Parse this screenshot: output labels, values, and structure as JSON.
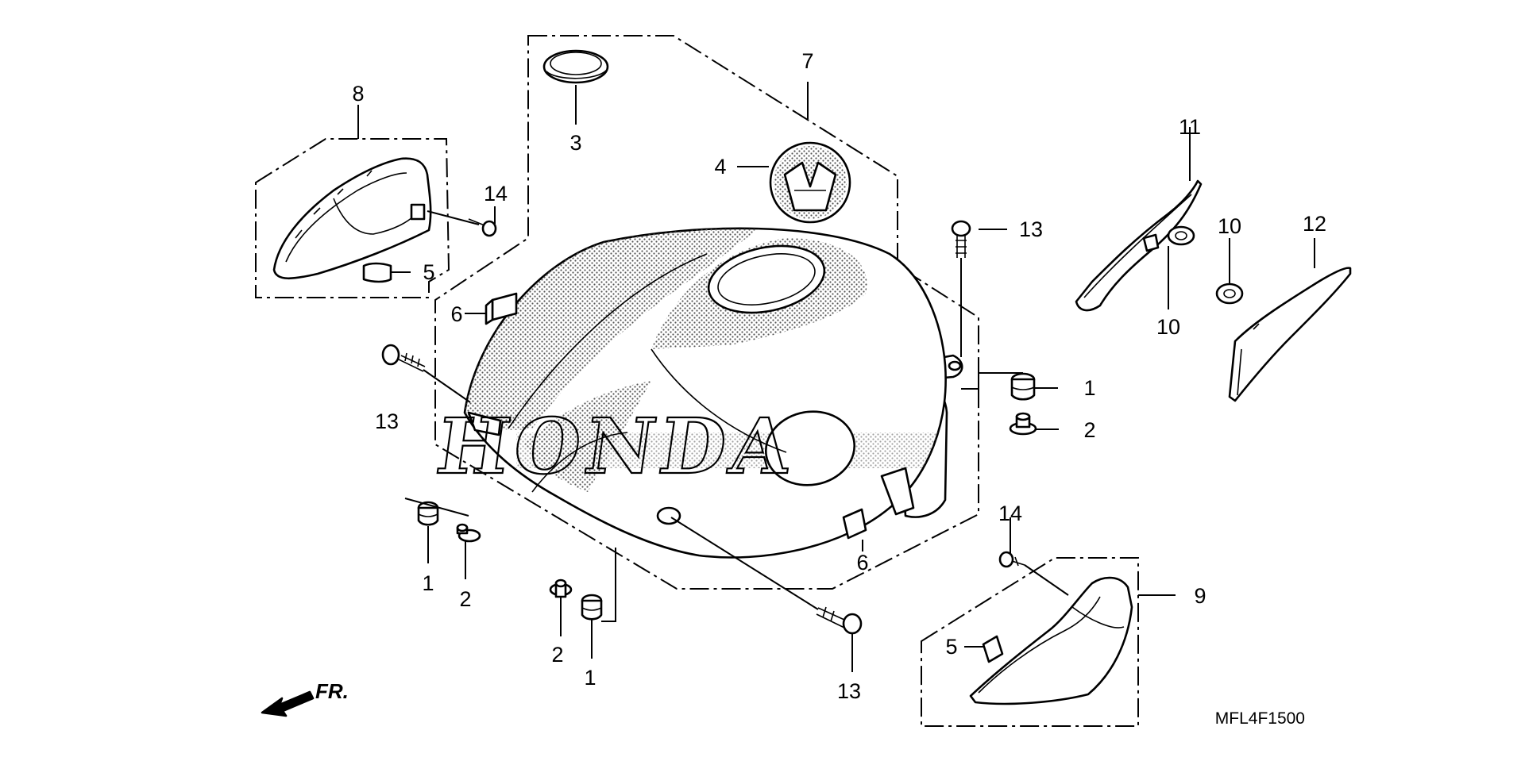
{
  "diagram": {
    "catalog_code": "MFL4F1500",
    "direction_label": "FR.",
    "callouts": [
      {
        "id": "c8",
        "text": "8"
      },
      {
        "id": "c14a",
        "text": "14"
      },
      {
        "id": "c5a",
        "text": "5"
      },
      {
        "id": "c3",
        "text": "3"
      },
      {
        "id": "c7",
        "text": "7"
      },
      {
        "id": "c4",
        "text": "4"
      },
      {
        "id": "c13a",
        "text": "13"
      },
      {
        "id": "c6a",
        "text": "6"
      },
      {
        "id": "c13b",
        "text": "13"
      },
      {
        "id": "c1a",
        "text": "1"
      },
      {
        "id": "c2a",
        "text": "2"
      },
      {
        "id": "c11",
        "text": "11"
      },
      {
        "id": "c10a",
        "text": "10"
      },
      {
        "id": "c10b",
        "text": "10"
      },
      {
        "id": "c12",
        "text": "12"
      },
      {
        "id": "c1b",
        "text": "1"
      },
      {
        "id": "c2b",
        "text": "2"
      },
      {
        "id": "c6b",
        "text": "6"
      },
      {
        "id": "c14b",
        "text": "14"
      },
      {
        "id": "c9",
        "text": "9"
      },
      {
        "id": "c5b",
        "text": "5"
      },
      {
        "id": "c2c",
        "text": "2"
      },
      {
        "id": "c1c",
        "text": "1"
      },
      {
        "id": "c13c",
        "text": "13"
      }
    ]
  }
}
